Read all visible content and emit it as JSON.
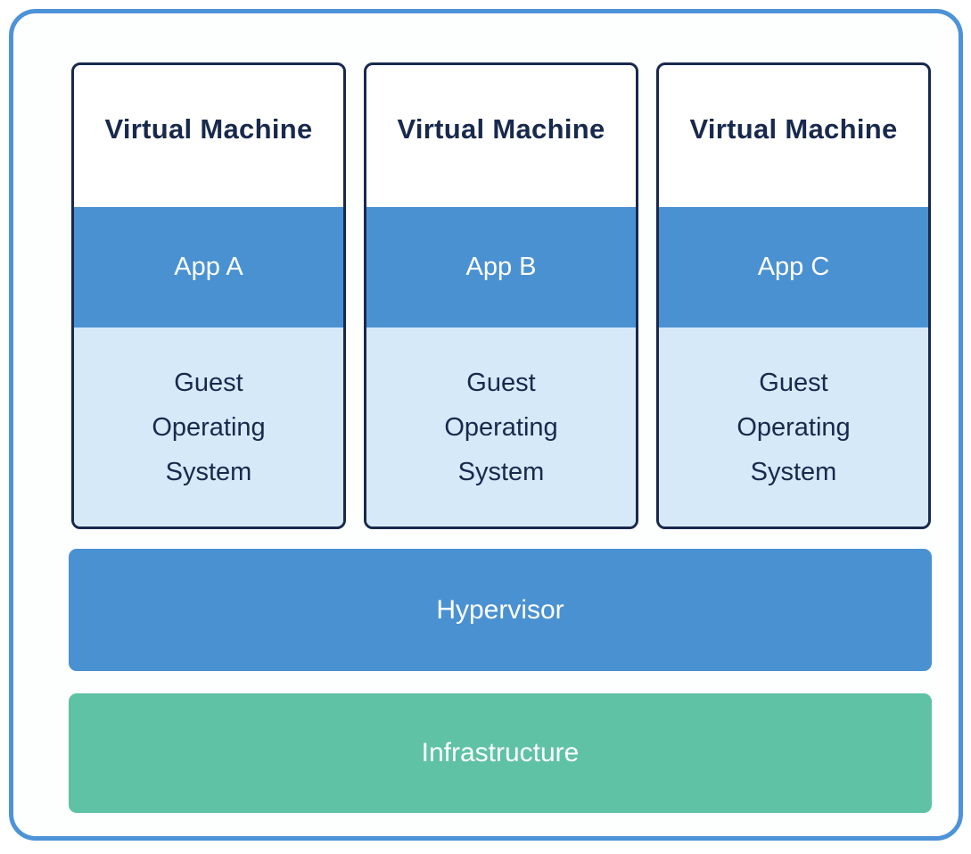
{
  "diagram": {
    "type": "virtualization-architecture",
    "vms": [
      {
        "title": "Virtual Machine",
        "app": "App A",
        "guest_os": "Guest\nOperating\nSystem"
      },
      {
        "title": "Virtual Machine",
        "app": "App B",
        "guest_os": "Guest\nOperating\nSystem"
      },
      {
        "title": "Virtual Machine",
        "app": "App C",
        "guest_os": "Guest\nOperating\nSystem"
      }
    ],
    "layers": {
      "hypervisor": "Hypervisor",
      "infrastructure": "Infrastructure"
    },
    "colors": {
      "outer_border": "#4d93d8",
      "card_border": "#18294d",
      "title_text": "#18294d",
      "app_fill": "#4a91d2",
      "guest_fill": "#d6e9f8",
      "hypervisor_fill": "#4a91d2",
      "infrastructure_fill": "#5fc2a4",
      "light_text": "#ffffff"
    }
  }
}
